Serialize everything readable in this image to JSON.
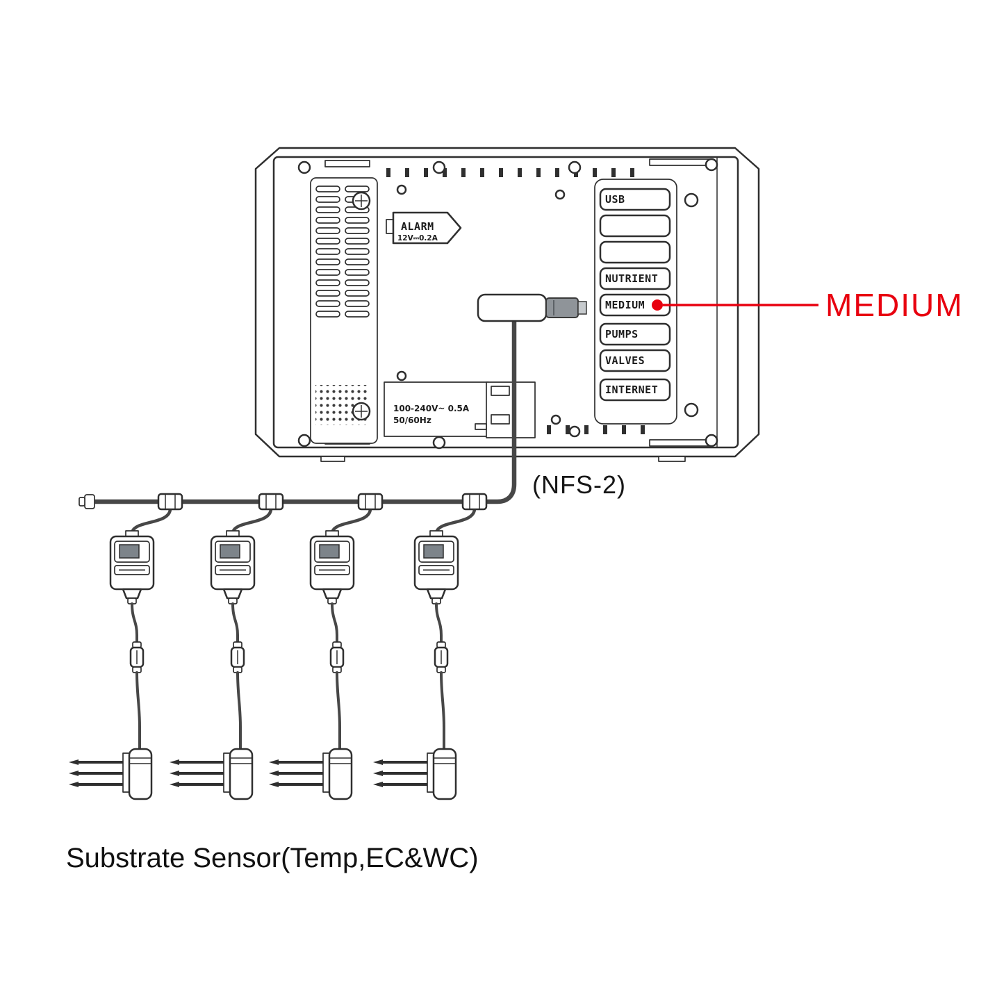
{
  "diagram": {
    "device": {
      "alarm": {
        "title": "ALARM",
        "rating": "12V⎓0.2A"
      },
      "power_rating": {
        "line1": "100-240V~ 0.5A",
        "line2": "50/60Hz"
      },
      "ports": [
        "USB",
        "",
        "",
        "NUTRIENT",
        "MEDIUM",
        "PUMPS",
        "VALVES",
        "INTERNET"
      ]
    },
    "callout": {
      "label": "MEDIUM",
      "color": "#e8000f"
    },
    "cable_label": "(NFS-2)",
    "caption": "Substrate Sensor(Temp,EC&WC)",
    "sensor_count": 4
  }
}
